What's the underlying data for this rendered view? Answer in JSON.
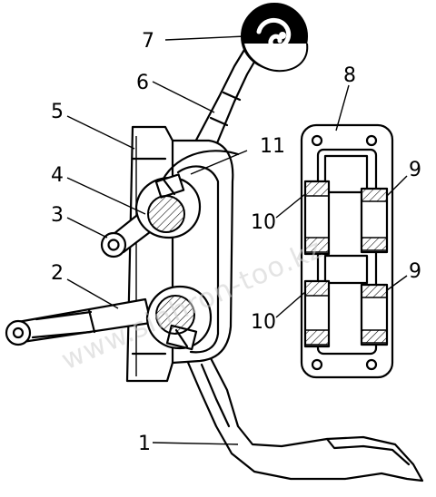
{
  "labels": {
    "l1": "1",
    "l2": "2",
    "l3": "3",
    "l4": "4",
    "l5": "5",
    "l6": "6",
    "l7": "7",
    "l8": "8",
    "l9a": "9",
    "l9b": "9",
    "l10a": "10",
    "l10b": "10",
    "l11": "11"
  },
  "watermark": "www.sinhron-too.kz"
}
